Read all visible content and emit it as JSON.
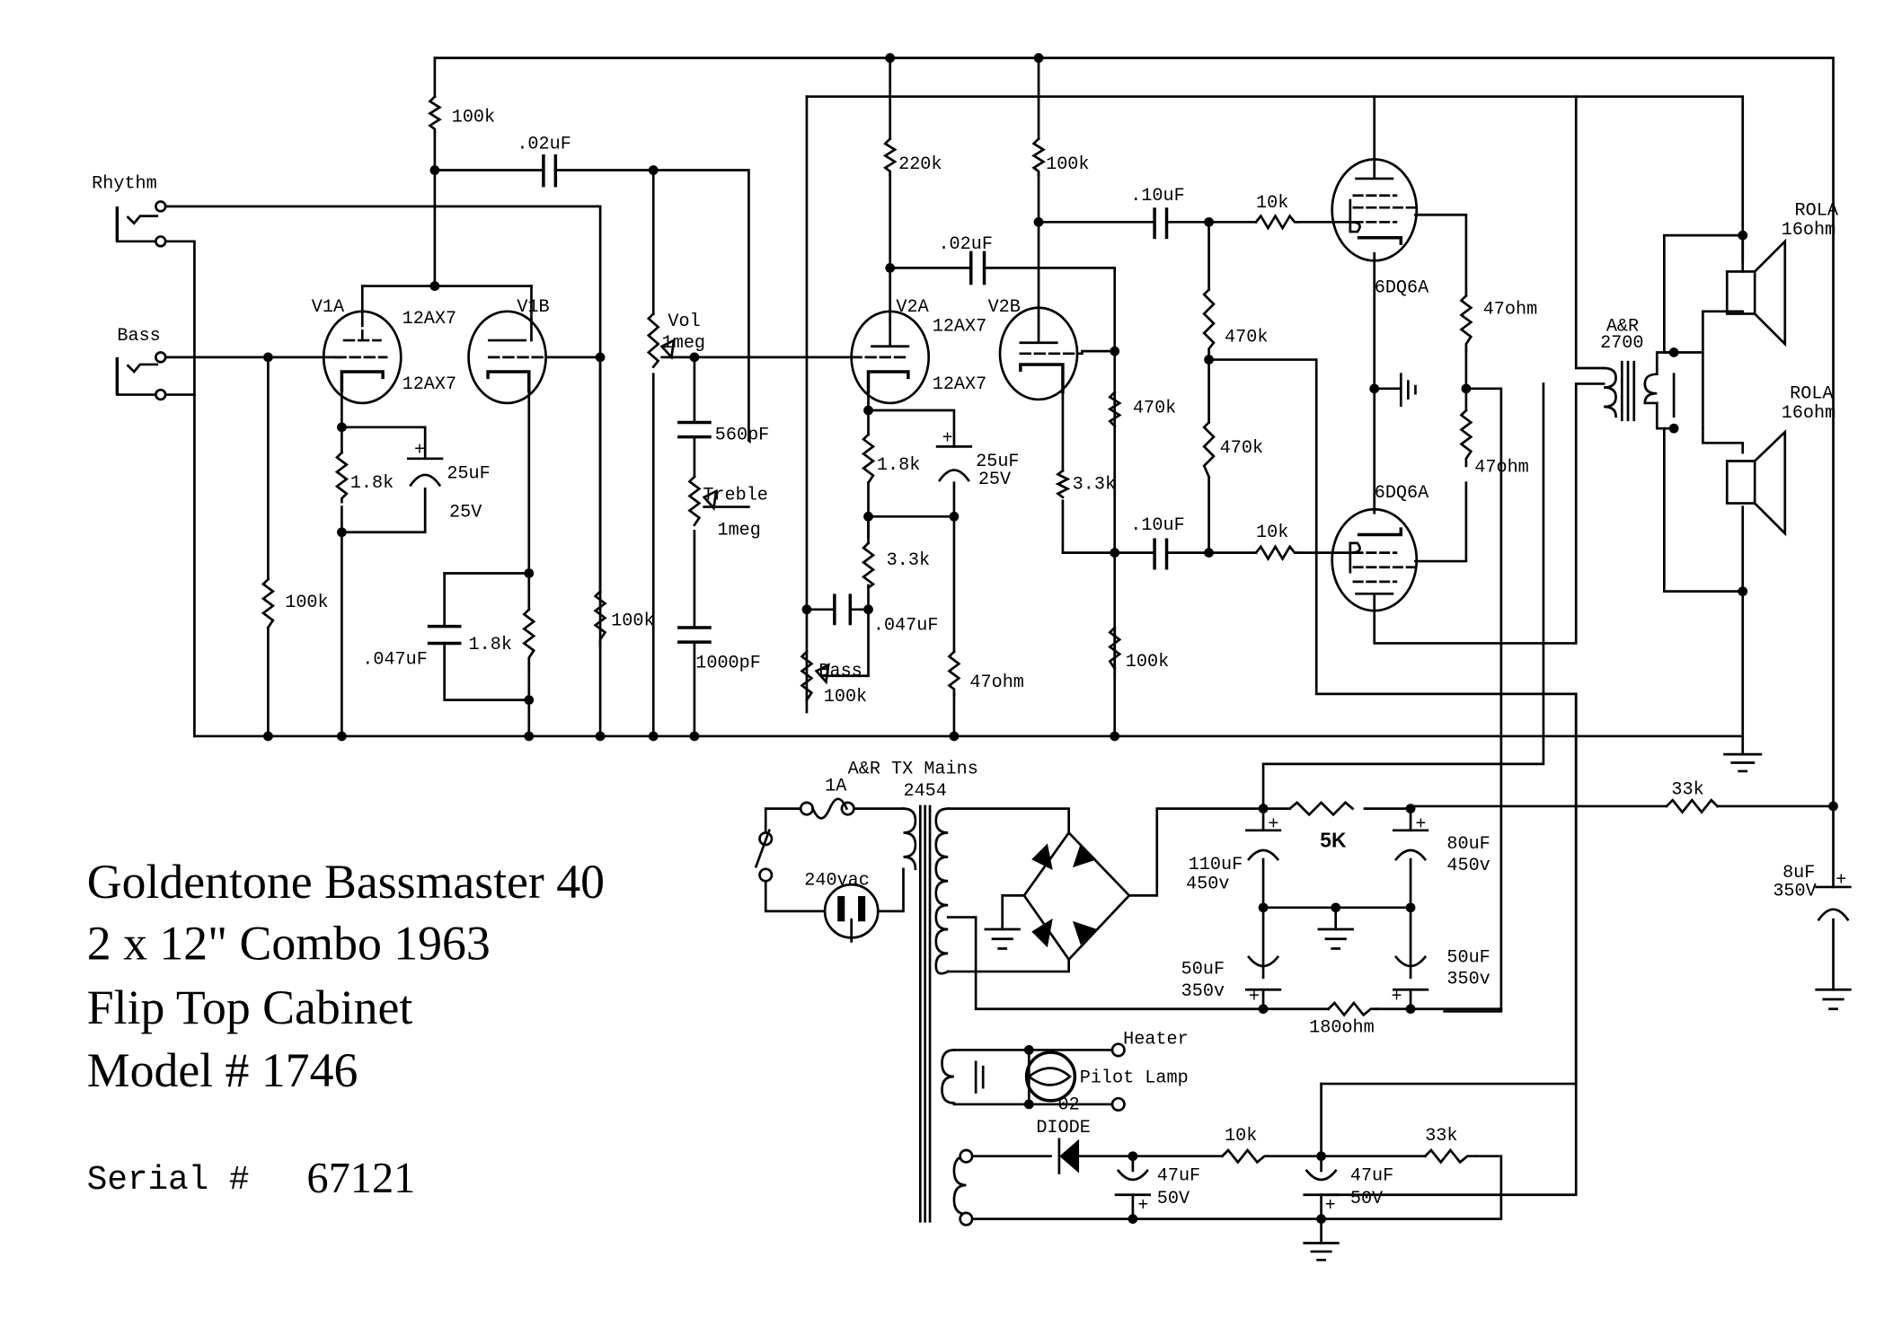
{
  "title_block": {
    "line1": "Goldentone Bassmaster 40",
    "line2": "2 x 12\" Combo 1963",
    "line3": "Flip Top Cabinet",
    "line4": "Model # 1746",
    "serial_label": "Serial #",
    "serial_number": "67121"
  },
  "inputs": {
    "rhythm": "Rhythm",
    "bass": "Bass"
  },
  "tubes": {
    "v1a": "V1A",
    "v1b": "V1B",
    "v1_type_top": "12AX7",
    "v1_type_bottom": "12AX7",
    "v2a": "V2A",
    "v2b": "V2B",
    "v2_type_top": "12AX7",
    "v2_type_bottom": "12AX7",
    "power_top": "6DQ6A",
    "power_bottom": "6DQ6A"
  },
  "components": {
    "r_v1_plate": "100k",
    "c_v1_coupling": ".02uF",
    "r_v1a_cathode": "1.8k",
    "c_v1a_cathode": "25uF",
    "c_v1a_cathode_v": "25V",
    "r_v1a_grid": "100k",
    "c_v1b_cathode": ".047uF",
    "r_v1b_cathode": "1.8k",
    "r_v1b_grid": "100k",
    "vol_label": "Vol",
    "vol_value": "1meg",
    "c_treble_top": "560pF",
    "treble_label": "Treble",
    "treble_value": "1meg",
    "c_treble_bottom": "1000pF",
    "r_v2a_plate": "220k",
    "r_v2b_plate": "100k",
    "c_v2_coupling": ".02uF",
    "r_v2a_cathode": "1.8k",
    "c_v2a_cathode": "25uF",
    "c_v2a_cathode_v": "25V",
    "r_v2a_cathode2": "3.3k",
    "c_bass": ".047uF",
    "bass_label": "Bass",
    "bass_value": "100k",
    "r_nfb": "47ohm",
    "r_pi_470k_a": "470k",
    "r_pi_tail": "3.3k",
    "r_pi_100k": "100k",
    "c_pi_top": ".10uF",
    "c_pi_bottom": ".10uF",
    "r_bias_470k_a": "470k",
    "r_bias_470k_b": "470k",
    "r_grid_stop_top": "10k",
    "r_grid_stop_bottom": "10k",
    "r_screen_top": "47ohm",
    "r_screen_bottom": "47ohm",
    "ot_name": "A&R",
    "ot_model": "2700",
    "spk_top_name": "ROLA",
    "spk_top_imp": "16ohm",
    "spk_bottom_name": "ROLA",
    "spk_bottom_imp": "16ohm",
    "fuse": "1A",
    "mains_tx_name": "A&R TX Mains",
    "mains_tx_model": "2454",
    "mains_voltage": "240vac",
    "c_filter1": "110uF",
    "c_filter1_v": "450v",
    "c_filter2": "80uF",
    "c_filter2_v": "450v",
    "c_filter3": "50uF",
    "c_filter3_v": "350v",
    "c_filter4": "50uF",
    "c_filter4_v": "350v",
    "r_dropper": "5K",
    "r_180": "180ohm",
    "r_33k_top": "33k",
    "c_8uf": "8uF",
    "c_8uf_v": "350V",
    "heater": "Heater",
    "pilot": "Pilot Lamp",
    "lamp_id": "02",
    "diode": "DIODE",
    "r_bias_10k": "10k",
    "r_bias_33k": "33k",
    "c_bias1": "47uF",
    "c_bias1_v": "50V",
    "c_bias2": "47uF",
    "c_bias2_v": "50V"
  }
}
